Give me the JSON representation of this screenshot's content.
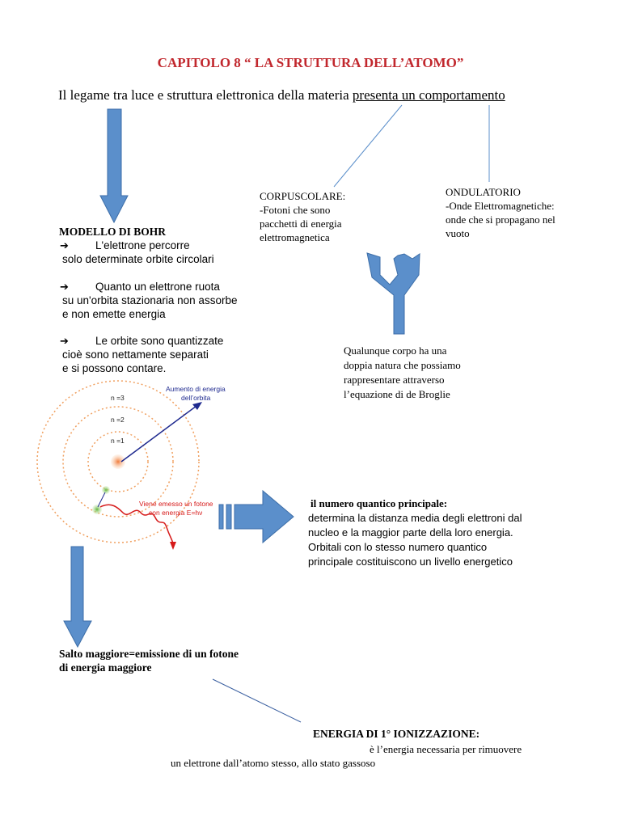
{
  "title": "CAPITOLO 8 “ LA STRUTTURA DELL’ATOMO”",
  "intro": {
    "text_before": "Il legame tra luce e struttura elettronica della materia ",
    "text_underlined": "presenta un comportamento"
  },
  "corpuscolare": {
    "heading": "CORPUSCOLARE:",
    "lines": [
      "-Fotoni che sono",
      "pacchetti di energia",
      "elettromagnetica"
    ]
  },
  "ondulatorio": {
    "heading": "ONDULATORIO",
    "lines": [
      "-Onde Elettromagnetiche:",
      "onde che si propagano nel",
      "vuoto"
    ]
  },
  "bohr": {
    "heading": "MODELLO DI BOHR",
    "points": [
      {
        "arrow": "➔",
        "first": "L'elettrone percorre",
        "rest": [
          "solo determinate orbite circolari"
        ]
      },
      {
        "arrow": "➔",
        "first": "Quanto un elettrone ruota",
        "rest": [
          "su un'orbita stazionaria non assorbe",
          "e non emette energia"
        ]
      },
      {
        "arrow": "➔",
        "first": "Le orbite sono quantizzate",
        "rest": [
          "cioè sono nettamente separati",
          "e si possono contare."
        ]
      }
    ]
  },
  "debroglie": {
    "lines": [
      "Qualunque corpo ha una",
      "doppia natura che possiamo",
      "rappresentare attraverso",
      "l’equazione di de Broglie"
    ]
  },
  "diagram": {
    "orbit_labels": [
      "n =3",
      "n =2",
      "n =1"
    ],
    "energy_label": [
      "Aumento di energia",
      "dell’orbita"
    ],
    "photon_label": [
      "Viene emesso un fotone",
      "con energia E=hν"
    ],
    "colors": {
      "arrow_blue": "#5b8fcb",
      "energy_line": "#1f2a8f",
      "photon_red": "#d61a1a",
      "orbit": "#f0a060",
      "electron": "#7cc242"
    }
  },
  "quantum": {
    "heading": "il numero quantico principale:",
    "lines": [
      "determina la distanza media degli elettroni dal",
      "nucleo e la maggior parte della loro energia.",
      "Orbitali con lo stesso numero quantico",
      "principale costituiscono un livello energetico"
    ]
  },
  "salto": {
    "lines": [
      "Salto maggiore=emissione di un fotone",
      "di energia maggiore"
    ]
  },
  "ionizzazione": {
    "heading": "ENERGIA DI 1° IONIZZAZIONE:",
    "line1": "è l’energia necessaria per rimuovere",
    "line2": "un elettrone dall’atomo stesso, allo stato gassoso"
  }
}
